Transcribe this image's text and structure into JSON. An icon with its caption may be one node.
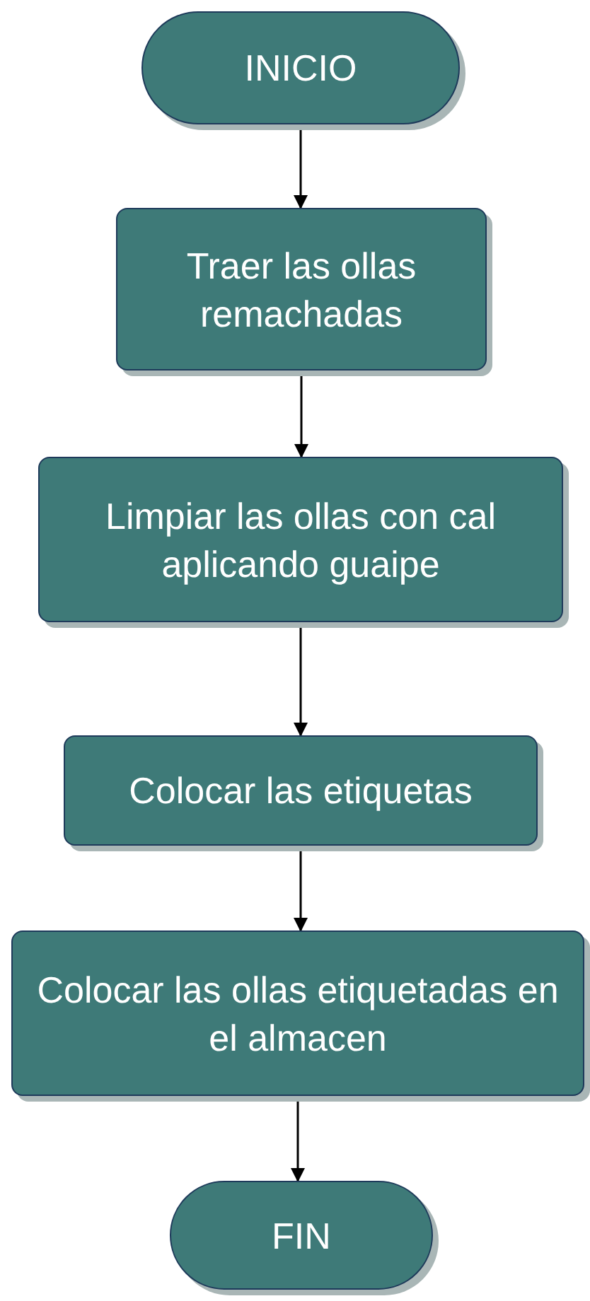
{
  "diagram": {
    "nodes": [
      {
        "text": [
          "INICIO"
        ]
      },
      {
        "text": [
          "Traer las ollas remachadas"
        ]
      },
      {
        "text": [
          "Limpiar las ollas con cal aplicando guaipe"
        ]
      },
      {
        "text": [
          "Colocar las etiquetas"
        ]
      },
      {
        "text": [
          "Colocar las ollas etiquetadas en el almacen"
        ]
      },
      {
        "text": [
          "FIN"
        ]
      }
    ],
    "edges": [
      {
        "from": 0,
        "to": 1,
        "arrow": "to"
      },
      {
        "from": 1,
        "to": 2,
        "arrow": "to"
      },
      {
        "from": 2,
        "to": 3,
        "arrow": "to"
      },
      {
        "from": 3,
        "to": 4,
        "arrow": "to"
      },
      {
        "from": 4,
        "to": 5,
        "arrow": "to"
      }
    ]
  }
}
